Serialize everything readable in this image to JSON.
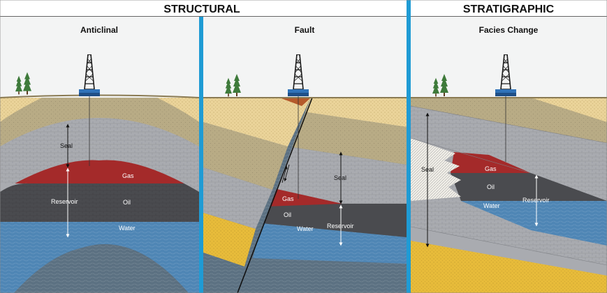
{
  "headers": {
    "structural": "STRUCTURAL",
    "stratigraphic": "STRATIGRAPHIC"
  },
  "panels": [
    {
      "id": "anticlinal",
      "title": "Anticlinal",
      "labels": {
        "seal": "Seal",
        "gas": "Gas",
        "reservoir": "Reservoir",
        "oil": "Oil",
        "water": "Water"
      }
    },
    {
      "id": "fault",
      "title": "Fault",
      "labels": {
        "seal": "Seal",
        "gas": "Gas",
        "oil": "Oil",
        "water": "Water",
        "reservoir": "Reservoir"
      }
    },
    {
      "id": "facies",
      "title": "Facies Change",
      "labels": {
        "seal": "Seal",
        "gas": "Gas",
        "oil": "Oil",
        "water": "Water",
        "reservoir": "Reservoir"
      }
    }
  ],
  "colors": {
    "divider": "#1f9bd4",
    "gas": "#a42a2a",
    "oil": "#4a4b4f",
    "water": "#4f86b5",
    "seal": "#a9abb0",
    "sand": "#ead399",
    "shale": "#b8ab85",
    "yellow": "#e7bb3a",
    "deep": "#5c7182",
    "sky": "#f3f4f4"
  }
}
